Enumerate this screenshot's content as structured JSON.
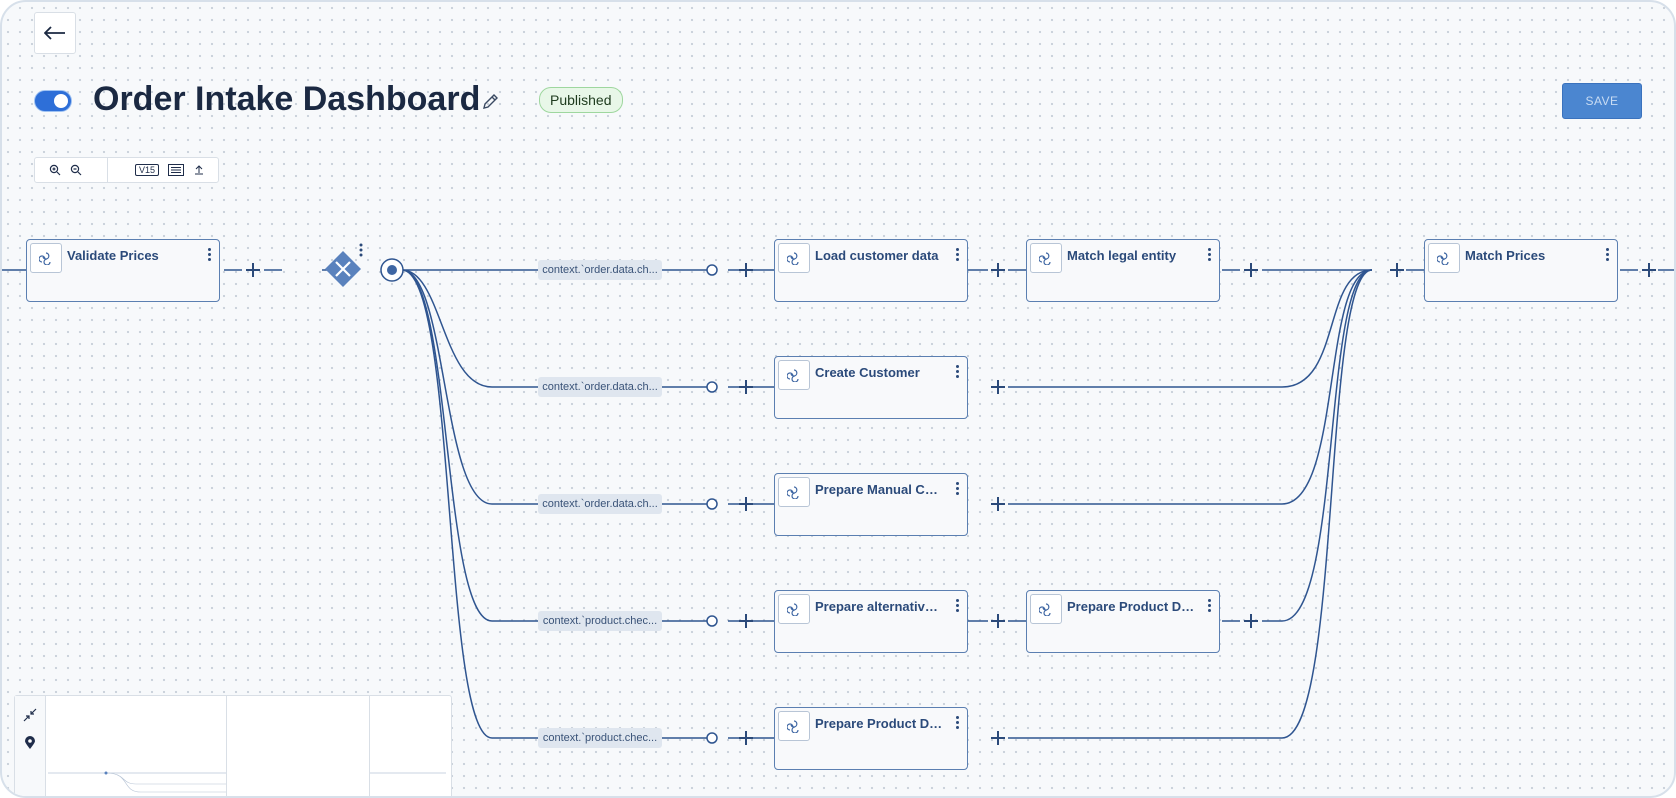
{
  "header": {
    "title": "Order Intake Dashboard",
    "status_badge": "Published",
    "save_label": "SAVE",
    "enabled": true
  },
  "toolbar": {
    "version_label": "V15",
    "items": [
      "zoom-in-icon",
      "zoom-out-icon",
      "version-badge",
      "list-icon",
      "upload-icon"
    ]
  },
  "nodes": {
    "validate_prices": "Validate Prices",
    "load_customer_data": "Load customer data",
    "match_legal_entity": "Match legal entity",
    "match_prices": "Match Prices",
    "create_customer": "Create Customer",
    "prepare_manual_customer": "Prepare Manual Cust...",
    "prepare_alternative": "Prepare alternative pr...",
    "prepare_product_data_1": "Prepare Product Data",
    "prepare_product_data_2": "Prepare Product Data"
  },
  "conditions": [
    "context.`order.data.ch...",
    "context.`order.data.ch...",
    "context.`order.data.ch...",
    "context.`product.chec...",
    "context.`product.chec..."
  ],
  "colors": {
    "accent": "#2e6fd8",
    "edge": "#2b4a7a",
    "node_border": "#5b7fb1",
    "badge_bg": "#e8f7e8"
  }
}
